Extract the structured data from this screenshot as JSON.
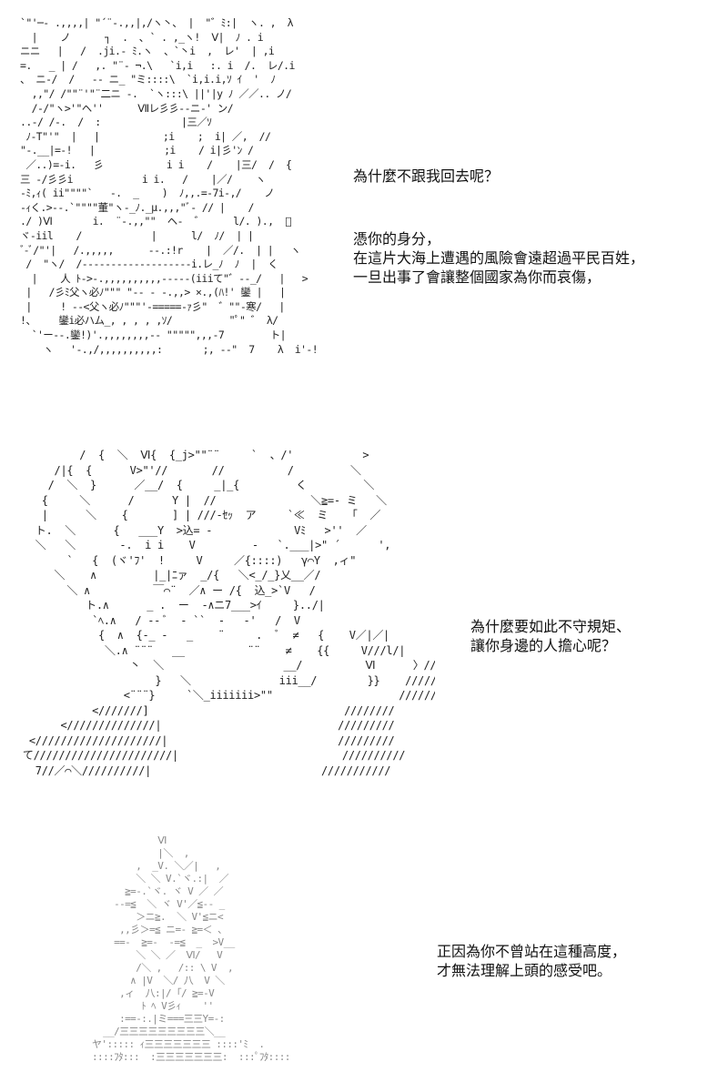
{
  "panels": [
    {
      "art": [
        "`\"'─- .,,,,| \"´¨‐.,,|,/ヽ丶、 |  \"゛ﾐ:|  ヽ. ,  λ",
        "  |    ノ      ┐  .  ､ ` . ,_ヽ!  Ⅴ|  ﾉ . i",
        "ニニ   |   /  .ji.- ﾐ.ヽ  、`丶i  ,  レ'  | ,i",
        "=.   _ | /   ,. \"¨‐ ¬.\\   `i,i   :. i  /.  レ/.i",
        "、 ニ-/  /   -- ニ_ \"ミ::::\\  `i,i.i,ｿ ｲ  '  ﾉ",
        "  ,,\"/ /\"\"¨'\"¨二ニ -.  `ヽ:::\\ ||'|y ﾉ ／／.. ノ/",
        "  /-/\"ヽ>'\"ヘ''      Ⅶレ彡彡--ニ-' ン/",
        "..-/ /-.  /  :              |三／ｿ",
        " ﾉ-T\"'\"  |   |           ;i    ;  i| ／,  //",
        "\"-.__|=-!   |            ;i    / i|彡'ﾝ /",
        " ／..)=-i.   彡           i i    /    |三/  /  {",
        "三 -/彡彡i            i i.   /    |／/    ヽ",
        "-ﾐ,ｨ( ii\"\"\"\"`   -.  _    )  ﾉ,,.=-7i-,/    ノ",
        "-ｨく.>--.`\"\"\"\"董\"ヽ-_ﾉ._μ.,,,\"ﾞ- // |    /",
        "./ )Ⅵ       i.  ¨-.,,\"\"  ヘ-  ゛     l/. ).,  ﾞ",
        "ヾ-iil    /            |      l/  ﾉ/  | |",
        "ﾞ-ﾞ/\"'|   /.,,,,,      --.:!r    |  ／/.  | |   ヽ",
        " /  \"ヽ/  /-------------------i.レ_ﾉ  ﾉ  |  く",
        "  |    人 ﾄ->-.,,,,,,,,,,-----(iiiて\"゛--_/   |   >",
        " |   /彡ﾐ父ヽ必ﾉ\"\"\" \"-- - -.,,> ×.,(ﾊ!' 鑾 |   |",
        " |     ! --<父ヽ必ﾉ\"\"\"'-=====-ｧ彡\"  ゛\"\"-寒/   |",
        "!、    鑾i必ハム_, , , , ,ｿ/          \"ﾟ\" ゛ λ/",
        "  `'ー--.鑾!)'.,,,,,,,,-- \"\"\"\"\",,,-7        ト|",
        "    ヽ   '-.,/,,,,,,,,,,:       ;, --\"  7    λ  i'-!"
      ],
      "dialogs": [
        {
          "lines": [
            "為什麼不跟我回去呢？"
          ]
        },
        {
          "lines": [
            "憑你的身分，",
            "在這片大海上遭遇的風險會遠超過平民百姓，",
            "一旦出事了會讓整個國家為你而哀傷，"
          ]
        }
      ]
    },
    {
      "art": [
        "          /  {  ＼  Ⅵ{  {_j>\"\"¨¨     `  、/'           >",
        "      /|{  {      V>\"'//       //          /         ＼",
        "     /  ＼  }      ／__/  {     _|_{         く         ＼",
        "    {     ＼      /      Y |  //               ＼≧=- ミ   ＼",
        "    |      ＼    {       ] | ///-ｾｯ  ア     `≪  ミ   「  ／",
        "   ト.  ＼      {   ___Y  >込= -             Vﾐ   >''  ／",
        "   ＼   ＼       -.  i i    V         -   `.___|>\" ´      ',",
        "        `   {  (ヾ'ﾌ'  !     V     ／{::::)   γ⌒Y  ,ィ\"",
        "      ＼    ∧         |_|ﾆァ  _/{   ＼<_/_}乂__／/",
        "        ＼ ∧          ￣⌒¨  ／∧ ー /{  込_>`V   /",
        "           ト.∧      _ .  ー  -∧ニ7___>ｲ     }../|",
        "            `ﾍ.∧   / -- ﾞ  - ``  -   -'   /  V",
        "             {  ∧  {-_ -   _    ¨     .  ﾞ  ≠   {    V／|／|",
        "              ＼.∧ ¨¨¨   __          ¨¨    ≠    {{     V///l/|",
        "                  丶  ＼                   __/          Ⅵ      〉/////",
        "                      }   ＼              iii__/        }}    ///////",
        "                 <¨¨¨}     `＼_iiiiiii>\"\"                    ///////",
        "            <///////]                               ////////",
        "       <//////////////|                            /////////",
        "  <////////////////////|                           /////////",
        " て//////////////////////|                          //////////",
        "   7//／⌒＼//////////|                           ///////////"
      ],
      "dialogs": [
        {
          "lines": [
            "為什麼要如此不守規矩、",
            "讓你身邊的人擔心呢？"
          ]
        }
      ]
    },
    {
      "art": [
        "             Ⅵ",
        "             |＼  ,",
        "         ,  _V. ＼／|   ,",
        "         ＼ ＼ V.`ヾ.:|  ／",
        "       ≧=-.`ヾ. ヾ V ／ ／",
        "     --=≦  ＼ ヾ V'／≦-- _",
        "         ＞ニ≧.  ＼ V'≦ニ<",
        "      ,,彡＞=≦ ニ=- ≧=＜ 、",
        "     ==-  ≧=-  -=≦  _  >V__",
        "         ＼ ＼ ／  Ⅵ/   V",
        "         /＼ ,   /:: \\ V  ,",
        "        ∧ |V  ＼/ 八  V ＼",
        "      ,ィ  八:|/ ｢/ ≧=-V",
        "          ﾄ ﾍ V彡ｨ    ''",
        "      :==-:.|ミ===三三Y=-:",
        "   __/三三三三三三三三三＼__",
        " ヤ'::::: ｨ三三三三三三三 ::::'ﾐ  .",
        " ::::ﾌﾀ:::  :三三三三三三三:  :::ﾟﾌﾀ::::"
      ],
      "dialogs": [
        {
          "lines": [
            "正因為你不曾站在這種高度，",
            "才無法理解上頭的感受吧。"
          ]
        }
      ]
    }
  ]
}
